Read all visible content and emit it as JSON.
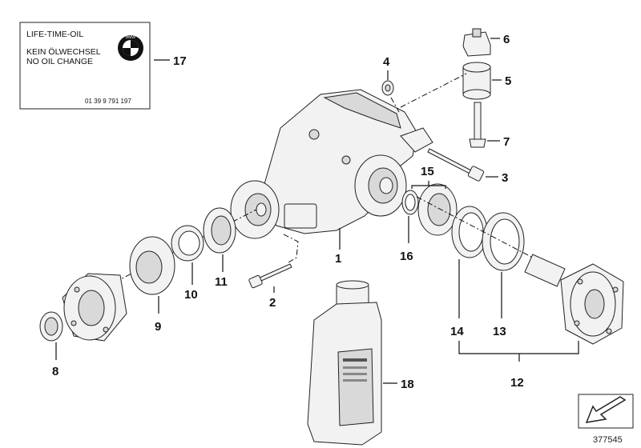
{
  "sticker": {
    "title": "LIFE-TIME-OIL",
    "line1": "KEIN ÖLWECHSEL",
    "line2": "NO OIL CHANGE",
    "part_number": "01 39 9 791 197",
    "logo_text": "BMW"
  },
  "callouts": {
    "c1": "1",
    "c2": "2",
    "c3": "3",
    "c4": "4",
    "c5": "5",
    "c6": "6",
    "c7": "7",
    "c8": "8",
    "c9": "9",
    "c10": "10",
    "c11": "11",
    "c12": "12",
    "c13": "13",
    "c14": "14",
    "c15": "15",
    "c16": "16",
    "c17": "17",
    "c18": "18"
  },
  "diagram_ref": "377545",
  "icons": {
    "nav": "arrow-down-left-icon",
    "logo": "bmw-roundel-icon"
  }
}
